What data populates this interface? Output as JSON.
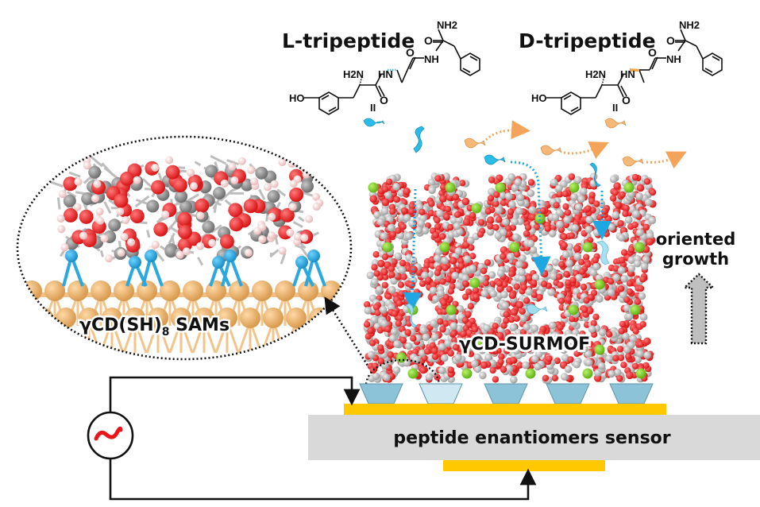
{
  "molecules": {
    "l_tripeptide": {
      "title": "L-tripeptide",
      "atoms": {
        "nh2_top": "NH2",
        "o_top": "O",
        "o_mid": "O",
        "nh": "NH",
        "h2n": "H2N",
        "hn": "HN",
        "o_low": "O",
        "ho": "HO"
      },
      "equivalence_mark": "II",
      "stereo_bond_color": "#3ec6e8",
      "token_color": "#2bbde8"
    },
    "d_tripeptide": {
      "title": "D-tripeptide",
      "atoms": {
        "nh2_top": "NH2",
        "o_top": "O",
        "o_mid": "O",
        "nh": "NH",
        "h2n": "H2N",
        "hn": "HN",
        "o_low": "O",
        "ho": "HO"
      },
      "equivalence_mark": "II",
      "stereo_bond_color": "#f0a848",
      "token_color": "#f6b877"
    }
  },
  "labels": {
    "sam_label_prefix": "γCD(SH)",
    "sam_label_sub": "8",
    "sam_label_suffix": " SAMs",
    "surmof_label": "γCD-SURMOF",
    "growth_line1": "oriented",
    "growth_line2": "growth",
    "sensor_label": "peptide enantiomers sensor",
    "ac_source_symbol": "~"
  },
  "colors": {
    "oxygen": "#e8282a",
    "carbon": "#9a9a9a",
    "hydrogen": "#f6d4d4",
    "potassium": "#7ed321",
    "sulfur": "#1ea7e1",
    "gold_atoms": "#f2b86e",
    "electrode": "#ffc800",
    "substrate": "#d9d9d9",
    "anchor": "#8dc3d9",
    "anchor_highlight": "#cfe8f1",
    "ac_wave": "#e8151b",
    "growth_arrow": "#bfbfbf"
  }
}
